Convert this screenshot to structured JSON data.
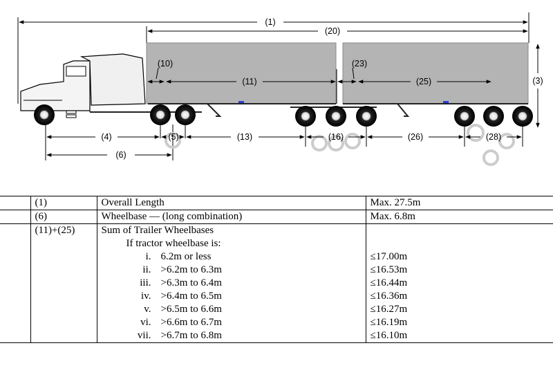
{
  "diagram": {
    "dims": {
      "d1": "(1)",
      "d20": "(20)",
      "d3": "(3)",
      "d10": "(10)",
      "d11": "(11)",
      "d23": "(23)",
      "d25": "(25)",
      "d4": "(4)",
      "d5": "(5)",
      "d13": "(13)",
      "d16": "(16)",
      "d26": "(26)",
      "d28": "(28)",
      "d6": "(6)"
    }
  },
  "table": {
    "rows": [
      {
        "ref": "(1)",
        "desc": "Overall Length",
        "limit": "Max. 27.5m"
      },
      {
        "ref": "(6)",
        "desc": "Wheelbase — (long combination)",
        "limit": "Max. 6.8m"
      }
    ],
    "sum_row": {
      "ref": "(11)+(25)",
      "title": "Sum of Trailer Wheelbases",
      "condition": "If tractor wheelbase is:",
      "items": [
        {
          "num": "i.",
          "range": "6.2m or less",
          "limit": "≤17.00m"
        },
        {
          "num": "ii.",
          "range": ">6.2m to 6.3m",
          "limit": "≤16.53m"
        },
        {
          "num": "iii.",
          "range": ">6.3m to 6.4m",
          "limit": "≤16.44m"
        },
        {
          "num": "iv.",
          "range": ">6.4m to 6.5m",
          "limit": "≤16.36m"
        },
        {
          "num": "v.",
          "range": ">6.5m to 6.6m",
          "limit": "≤16.27m"
        },
        {
          "num": "vi.",
          "range": ">6.6m to 6.7m",
          "limit": "≤16.19m"
        },
        {
          "num": "vii.",
          "range": ">6.7m to 6.8m",
          "limit": "≤16.10m"
        }
      ]
    }
  }
}
